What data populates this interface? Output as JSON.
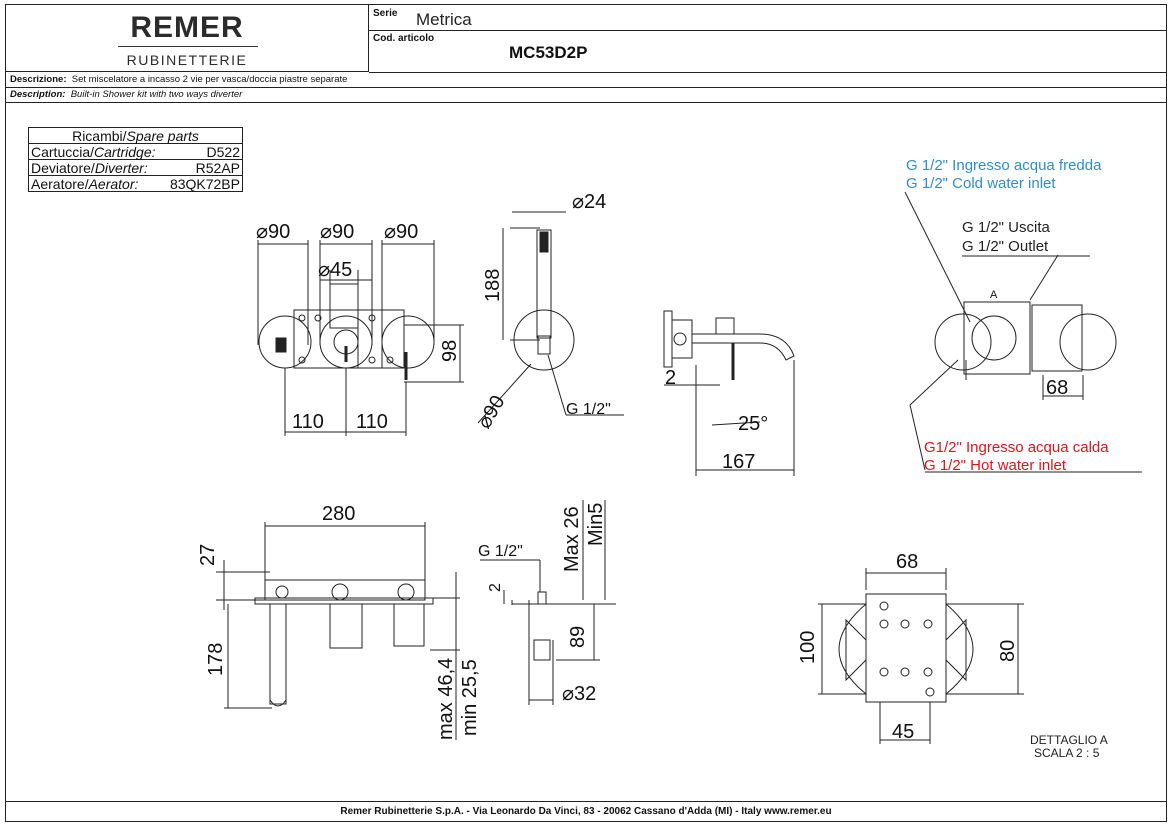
{
  "header": {
    "brand": "REMER",
    "brand_sub": "RUBINETTERIE",
    "serie_label": "Serie",
    "serie_value": "Metrica",
    "cod_label": "Cod. articolo",
    "cod_value": "MC53D2P"
  },
  "description": {
    "it_label": "Descrizione:",
    "it_text": "Set miscelatore a incasso 2 vie per vasca/doccia piastre separate",
    "en_label": "Description:",
    "en_text": "Built-in Shower kit with two ways diverter"
  },
  "spare_parts": {
    "title": "Ricambi/",
    "title_en": "Spare parts",
    "rows": [
      {
        "it": "Cartuccia/",
        "en": "Cartridge:",
        "code": "D522"
      },
      {
        "it": "Deviatore/",
        "en": "Diverter:",
        "code": "R52AP"
      },
      {
        "it": "Aeratore/",
        "en": "Aerator:",
        "code": "83QK72BP"
      }
    ]
  },
  "dims": {
    "d90a": "90",
    "d90b": "90",
    "d90c": "90",
    "d45": "45",
    "h98": "98",
    "w110a": "110",
    "w110b": "110",
    "d24": "24",
    "h188": "188",
    "d90d": "90",
    "g12a": "G 1/2\"",
    "w2a": "2",
    "a25": "25°",
    "w167": "167",
    "w280": "280",
    "h27": "27",
    "h178": "178",
    "max464": "max 46,4",
    "min255": "min 25,5",
    "g12b": "G 1/2\"",
    "w2b": "2",
    "max26": "Max 26",
    "min5": "Min5",
    "h89": "89",
    "d32": "32",
    "w68a": "68",
    "w68b": "68",
    "h100": "100",
    "h80": "80",
    "w45": "45",
    "detail_a": "A"
  },
  "annotations": {
    "cold_it": "G 1/2\" Ingresso acqua fredda",
    "cold_en": "G 1/2\" Cold water inlet",
    "out_it": "G 1/2\" Uscita",
    "out_en": "G 1/2\" Outlet",
    "hot_it": "G1/2\" Ingresso acqua calda",
    "hot_en": "G 1/2\" Hot water inlet",
    "detail_title": "DETTAGLIO A",
    "detail_scale": "SCALA 2 : 5"
  },
  "colors": {
    "cold": "#2a8fd0",
    "hot": "#e0141b",
    "line": "#222222"
  },
  "footer": "Remer Rubinetterie S.p.A. - Via Leonardo Da Vinci, 83 - 20062 Cassano d'Adda (MI) - Italy www.remer.eu"
}
